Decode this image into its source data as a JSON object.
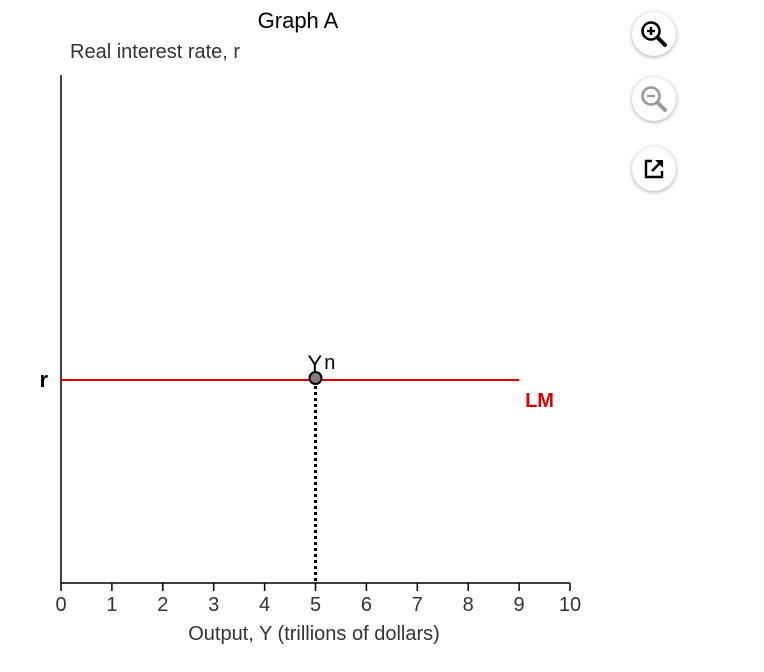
{
  "chart_data": {
    "type": "line",
    "title": "Graph A",
    "ylabel": "Real interest rate, r",
    "xlabel": "Output, Y (trillions of dollars)",
    "xlim": [
      0,
      10
    ],
    "x_ticks": [
      "0",
      "1",
      "2",
      "3",
      "4",
      "5",
      "6",
      "7",
      "8",
      "9",
      "10"
    ],
    "y_tick_label": "r",
    "series": [
      {
        "name": "LM",
        "color": "#e00000",
        "x": [
          0,
          9
        ],
        "y": [
          "r",
          "r"
        ]
      }
    ],
    "point": {
      "label": "Y",
      "subscript": "n",
      "x": 5,
      "y": "r"
    },
    "vertical_guide": {
      "x": 5,
      "style": "dotted"
    },
    "grid": false
  },
  "toolbar": {
    "zoom_in_icon": "zoom-in-icon",
    "zoom_out_icon": "zoom-out-icon",
    "popout_icon": "external-link-icon"
  }
}
